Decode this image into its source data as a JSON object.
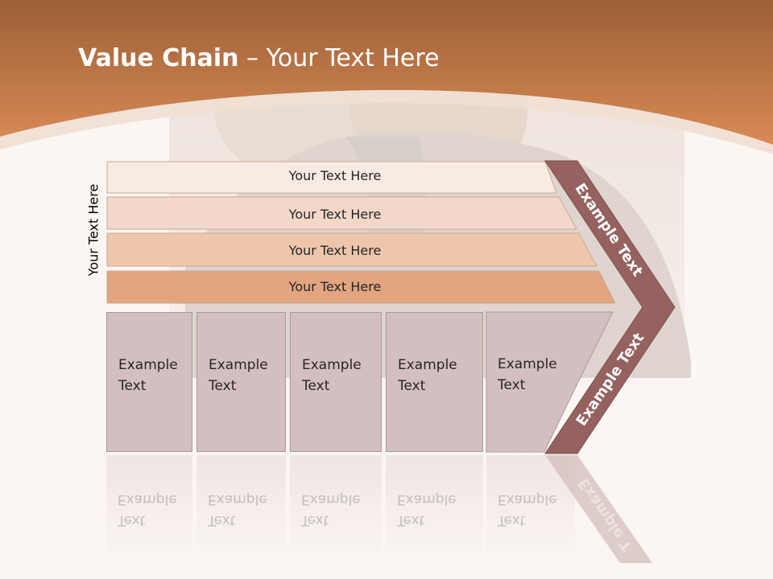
{
  "slide": {
    "title_bold": "Value Chain",
    "title_rest": " – Your Text Here",
    "side_label": "Your Text Here",
    "rows": [
      "Your Text Here",
      "Your Text Here",
      "Your Text Here",
      "Your Text Here"
    ],
    "boxes": [
      {
        "line1": "Example",
        "line2": "Text"
      },
      {
        "line1": "Example",
        "line2": "Text"
      },
      {
        "line1": "Example",
        "line2": "Text"
      },
      {
        "line1": "Example",
        "line2": "Text"
      },
      {
        "line1": "Example",
        "line2": "Text"
      }
    ],
    "chevron_upper": "Example Text",
    "chevron_lower": "Example Text",
    "chevron_reflection": "Example T"
  },
  "colors": {
    "header": "#d4854e",
    "row1": "#f8ebe4",
    "row2": "#f3d8ca",
    "row3": "#edc6ab",
    "row4": "#e2a57f",
    "box": "#d4bfc0",
    "chevron": "#95625f"
  }
}
